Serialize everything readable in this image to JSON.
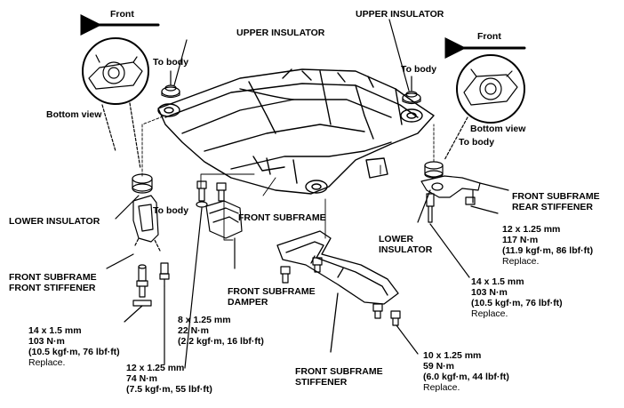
{
  "labels": {
    "front_left": "Front",
    "front_right": "Front",
    "bottom_view_left": "Bottom view",
    "bottom_view_right": "Bottom view",
    "upper_insulator_left": "UPPER INSULATOR",
    "upper_insulator_right": "UPPER INSULATOR",
    "to_body_left": "To body",
    "to_body_right_top": "To body",
    "to_body_right": "To body",
    "to_body_damper": "To body",
    "lower_insulator_left": "LOWER INSULATOR",
    "lower_insulator_right_line1": "LOWER",
    "lower_insulator_right_line2": "INSULATOR",
    "front_subframe": "FRONT SUBFRAME",
    "front_stiffener_line1": "FRONT SUBFRAME",
    "front_stiffener_line2": "FRONT STIFFENER",
    "damper_line1": "FRONT SUBFRAME",
    "damper_line2": "DAMPER",
    "stiffener_line1": "FRONT SUBFRAME",
    "stiffener_line2": "STIFFENER",
    "rear_stiffener_line1": "FRONT SUBFRAME",
    "rear_stiffener_line2": "REAR STIFFENER"
  },
  "specs": {
    "bolt_14_left": [
      "14 x 1.5 mm",
      "103 N·m",
      "(10.5 kgf·m, 76 lbf·ft)",
      "Replace."
    ],
    "bolt_12_left": [
      "12 x 1.25 mm",
      "74 N·m",
      "(7.5 kgf·m, 55 lbf·ft)"
    ],
    "bolt_8": [
      "8 x 1.25 mm",
      "22 N·m",
      "(2.2 kgf·m, 16 lbf·ft)"
    ],
    "bolt_12_right": [
      "12 x 1.25 mm",
      "117 N·m",
      "(11.9 kgf·m, 86 lbf·ft)",
      "Replace."
    ],
    "bolt_14_right": [
      "14 x 1.5 mm",
      "103 N·m",
      "(10.5 kgf·m, 76 lbf·ft)",
      "Replace."
    ],
    "bolt_10": [
      "10 x 1.25 mm",
      "59 N·m",
      "(6.0 kgf·m, 44 lbf·ft)",
      "Replace."
    ]
  }
}
